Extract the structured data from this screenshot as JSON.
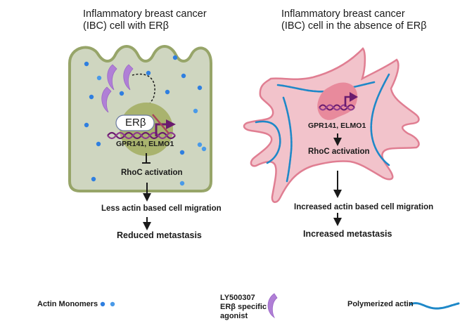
{
  "left_panel": {
    "title_line1": "Inflammatory breast cancer",
    "title_line2": "(IBC) cell with ERβ",
    "receptor_label": "ERβ",
    "genes_label": "GPR141, ELMO1",
    "step1": "RhoC activation",
    "step2": "Less actin based cell migration",
    "step3": "Reduced metastasis",
    "colors": {
      "cell_fill": "#cfd6c0",
      "cell_border": "#97a569",
      "nucleus": "#a9b36e"
    }
  },
  "right_panel": {
    "title_line1": "Inflammatory breast cancer",
    "title_line2": "(IBC) cell in the absence of ERβ",
    "genes_label": "GPR141, ELMO1",
    "step1": "RhoC activation",
    "step2": "Increased actin based cell migration",
    "step3": "Increased metastasis",
    "colors": {
      "cell_fill": "#f2c3cb",
      "cell_border": "#e07e92",
      "nucleus": "#e88a9c"
    }
  },
  "legend": {
    "actin_monomers": "Actin Monomers",
    "agonist_line1": "LY500307",
    "agonist_line2": "ERβ specific",
    "agonist_line3": "agonist",
    "polymerized_actin": "Polymerized actin"
  },
  "colors": {
    "monomer": "#2f7fe0",
    "agonist": "#b07fd6",
    "dna": "#6a1b6e",
    "actin": "#1e88c8",
    "arrow": "#1a1a1a"
  }
}
